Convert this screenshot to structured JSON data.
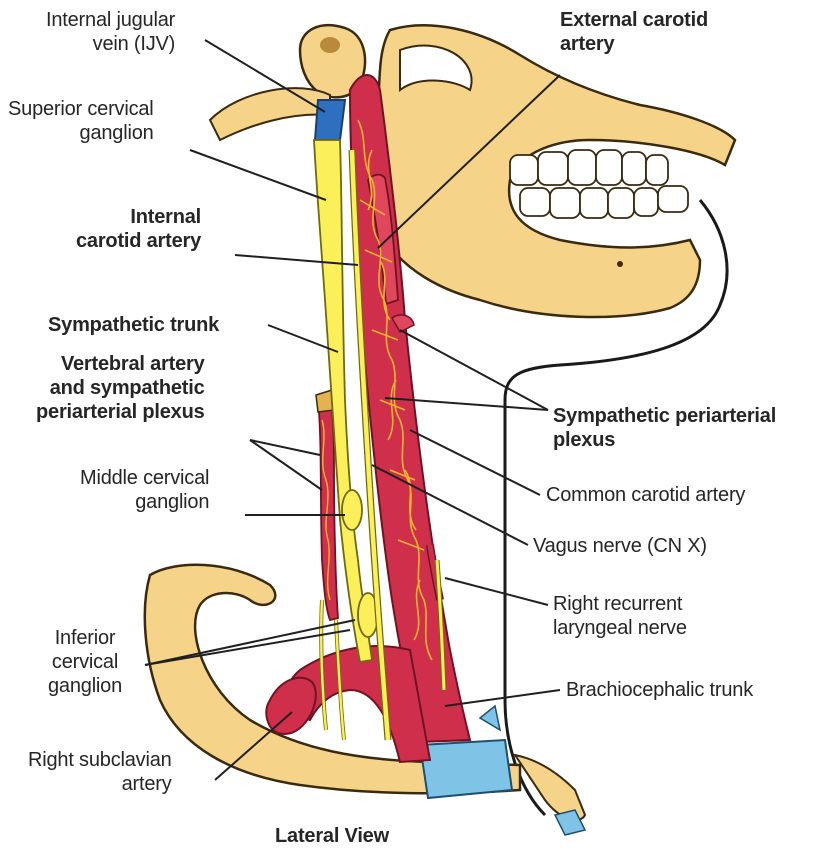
{
  "colors": {
    "bone": "#f5d48a",
    "bone_outline": "#3a2a10",
    "artery": "#cf2f4a",
    "artery_dark": "#9e1c34",
    "nerve": "#fbf05a",
    "nerve_outline": "#6f6a10",
    "vein": "#2f6fc0",
    "cartilage": "#7fc4e6",
    "tooth": "#ffffff",
    "leader": "#202020"
  },
  "labels": {
    "ijv": [
      "Internal jugular",
      "vein (IJV)"
    ],
    "superior_ganglion": [
      "Superior cervical",
      "ganglion"
    ],
    "internal_carotid": [
      "Internal",
      "carotid artery"
    ],
    "sympathetic_trunk": "Sympathetic trunk",
    "vertebral": [
      "Vertebral artery",
      "and sympathetic",
      "periarterial plexus"
    ],
    "middle_ganglion": [
      "Middle cervical",
      "ganglion"
    ],
    "inferior_ganglion": [
      "Inferior",
      "cervical",
      "ganglion"
    ],
    "right_subclavian": [
      "Right subclavian",
      "artery"
    ],
    "external_carotid": [
      "External carotid",
      "artery"
    ],
    "periarterial_plexus": [
      "Sympathetic periarterial",
      "plexus"
    ],
    "common_carotid": "Common carotid artery",
    "vagus": "Vagus nerve (CN X)",
    "recurrent_laryngeal": [
      "Right recurrent",
      "laryngeal nerve"
    ],
    "brachiocephalic": "Brachiocephalic trunk",
    "view": "Lateral View"
  }
}
